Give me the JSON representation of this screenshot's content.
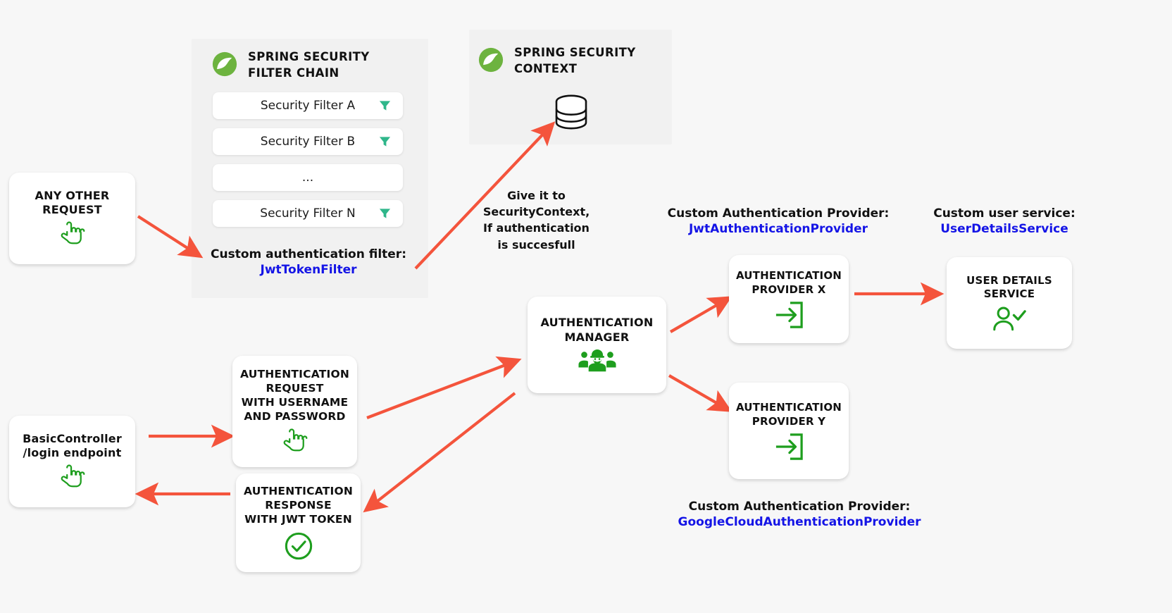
{
  "diagram": {
    "title": "Spring Security JWT authentication flow",
    "background": "#f7f7f7",
    "arrow_color": "#f4543c",
    "accent_blue": "#1414e6",
    "accent_green": "#1e9e1e",
    "funnel_teal": "#2fb68a",
    "spring_green": "#6db33f"
  },
  "panels": {
    "filter_chain": {
      "title": "SPRING SECURITY\nFILTER CHAIN",
      "logo": "spring-logo-icon",
      "filters": [
        {
          "label": "Security Filter A",
          "icon": "funnel-icon",
          "has_icon": true
        },
        {
          "label": "Security Filter B",
          "icon": "funnel-icon",
          "has_icon": true
        },
        {
          "label": "...",
          "icon": "",
          "has_icon": false
        },
        {
          "label": "Security Filter N",
          "icon": "funnel-icon",
          "has_icon": true
        }
      ],
      "caption_main": "Custom authentication filter:",
      "caption_sub": "JwtTokenFilter"
    },
    "security_context": {
      "title": "SPRING SECURITY\nCONTEXT",
      "logo": "spring-logo-icon",
      "icon": "database-icon"
    }
  },
  "notes": {
    "give_to_context": "Give it to\nSecurityContext,\nIf authentication\nis succesfull"
  },
  "cards": {
    "any_other_request": {
      "title": "ANY OTHER\nREQUEST",
      "icon": "pointing-hand-icon"
    },
    "basic_controller": {
      "title": "BasicController\n/login endpoint",
      "icon": "pointing-hand-icon"
    },
    "auth_request": {
      "title": "AUTHENTICATION\nREQUEST\nWITH USERNAME\nAND PASSWORD",
      "icon": "pointing-hand-icon"
    },
    "auth_response": {
      "title": "AUTHENTICATION\nRESPONSE\nWITH JWT TOKEN",
      "icon": "check-circle-icon"
    },
    "auth_manager": {
      "title": "AUTHENTICATION\nMANAGER",
      "icon": "people-group-icon"
    },
    "provider_x": {
      "title": "AUTHENTICATION\nPROVIDER X",
      "icon": "login-arrow-icon"
    },
    "provider_y": {
      "title": "AUTHENTICATION\nPROVIDER Y",
      "icon": "login-arrow-icon"
    },
    "user_details": {
      "title": "USER DETAILS\nSERVICE",
      "icon": "user-check-icon"
    }
  },
  "captions": {
    "jwt_provider": {
      "main": "Custom Authentication Provider:",
      "sub": "JwtAuthenticationProvider"
    },
    "user_service": {
      "main": "Custom user service:",
      "sub": "UserDetailsService"
    },
    "google_provider": {
      "main": "Custom Authentication Provider:",
      "sub": "GoogleCloudAuthenticationProvider"
    }
  }
}
